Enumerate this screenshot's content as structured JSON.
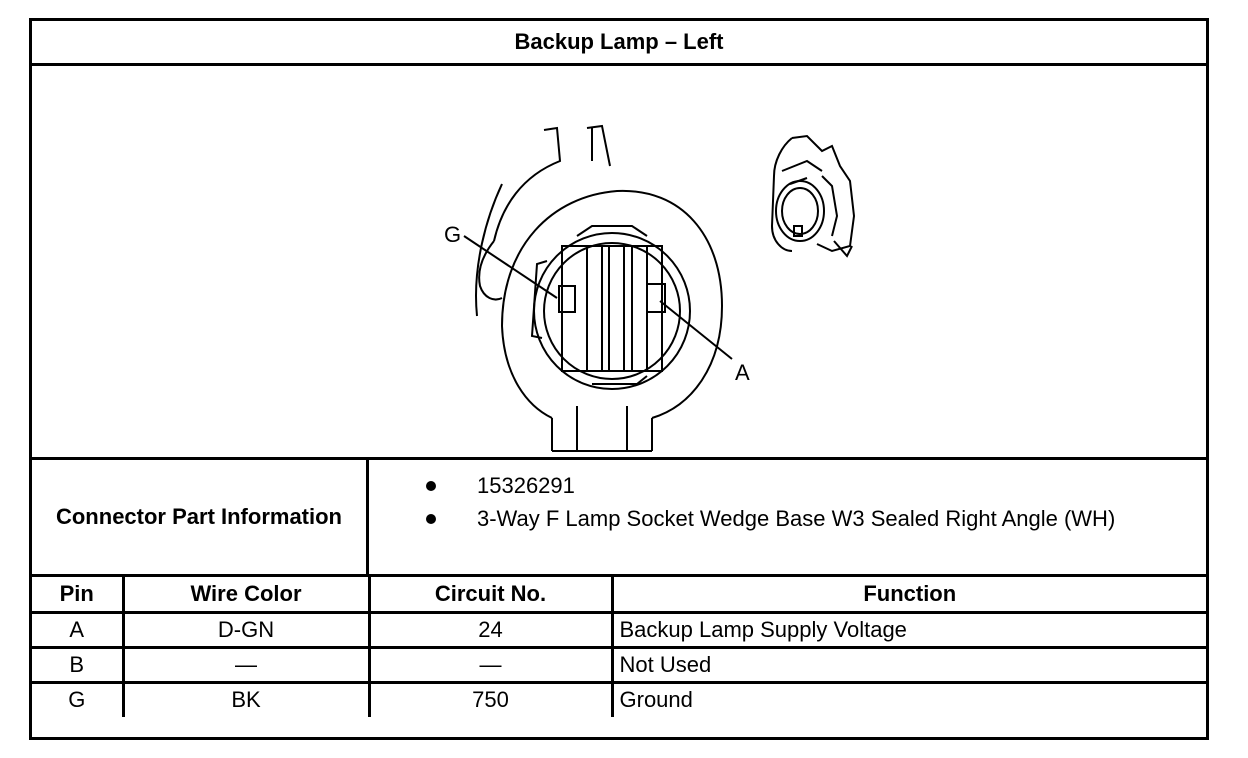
{
  "title": "Backup Lamp – Left",
  "drawing": {
    "callouts": {
      "g": "G",
      "a": "A"
    }
  },
  "connector_info": {
    "label": "Connector Part Information",
    "items": [
      "15326291",
      "3-Way F Lamp Socket Wedge Base W3 Sealed Right Angle (WH)"
    ]
  },
  "pin_table": {
    "headers": [
      "Pin",
      "Wire Color",
      "Circuit No.",
      "Function"
    ],
    "rows": [
      [
        "A",
        "D-GN",
        "24",
        "Backup Lamp Supply Voltage"
      ],
      [
        "B",
        "—",
        "—",
        "Not Used"
      ],
      [
        "G",
        "BK",
        "750",
        "Ground"
      ]
    ]
  }
}
